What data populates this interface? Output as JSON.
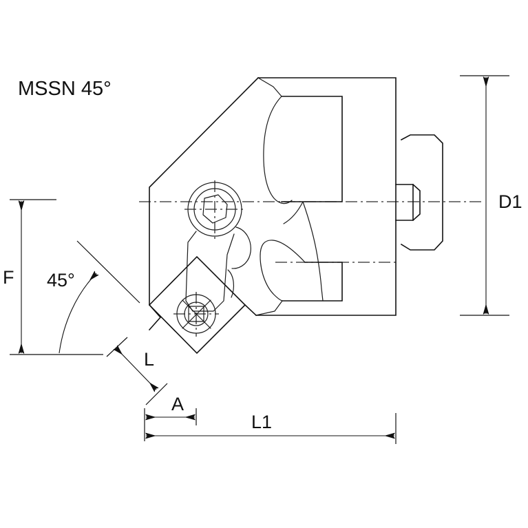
{
  "drawing": {
    "title": "MSSN 45°",
    "type": "engineering-technical-drawing",
    "subject": "MSSN 45° indexable turning cartridge / cutting unit",
    "background_color": "#ffffff",
    "line_color": "#111111",
    "centerline_color": "#2b2b2b"
  },
  "dimensions": {
    "f": {
      "label": "F",
      "orientation": "vertical",
      "position": "left"
    },
    "angle": {
      "label": "45°",
      "orientation": "angular",
      "position": "left-lower"
    },
    "l": {
      "label": "L",
      "orientation": "diagonal",
      "position": "lower-left"
    },
    "a": {
      "label": "A",
      "orientation": "horizontal",
      "position": "bottom-left"
    },
    "l1": {
      "label": "L1",
      "orientation": "horizontal",
      "position": "bottom"
    },
    "d1": {
      "label": "D1",
      "orientation": "vertical",
      "position": "right"
    }
  },
  "features": {
    "clamp_screw": "hex-socket-clamp-screw",
    "insert": "square-insert-s-type",
    "shank": "cylindrical-shank-with-drive-flat",
    "coolant_pocket": "chip-pocket"
  }
}
